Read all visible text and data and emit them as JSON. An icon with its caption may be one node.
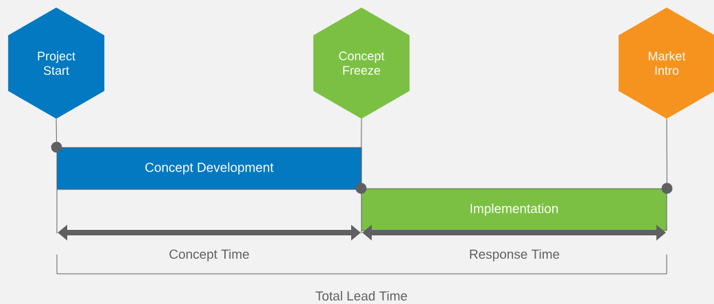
{
  "diagram": {
    "nodes": [
      {
        "text": [
          "Project Start"
        ]
      },
      {
        "text": [
          "Concept Freeze"
        ]
      },
      {
        "text": [
          "Market Intro"
        ]
      },
      {
        "text": [
          "Concept Development"
        ]
      },
      {
        "text": [
          "Implementation"
        ]
      }
    ],
    "edges": [
      {
        "from": 0,
        "to": 3,
        "arrow": "other"
      },
      {
        "from": 1,
        "to": 4,
        "arrow": "other"
      },
      {
        "from": 2,
        "to": 4,
        "arrow": "other"
      }
    ],
    "labels": [
      "Concept Time",
      "Response Time",
      "Total Lead Time"
    ]
  }
}
